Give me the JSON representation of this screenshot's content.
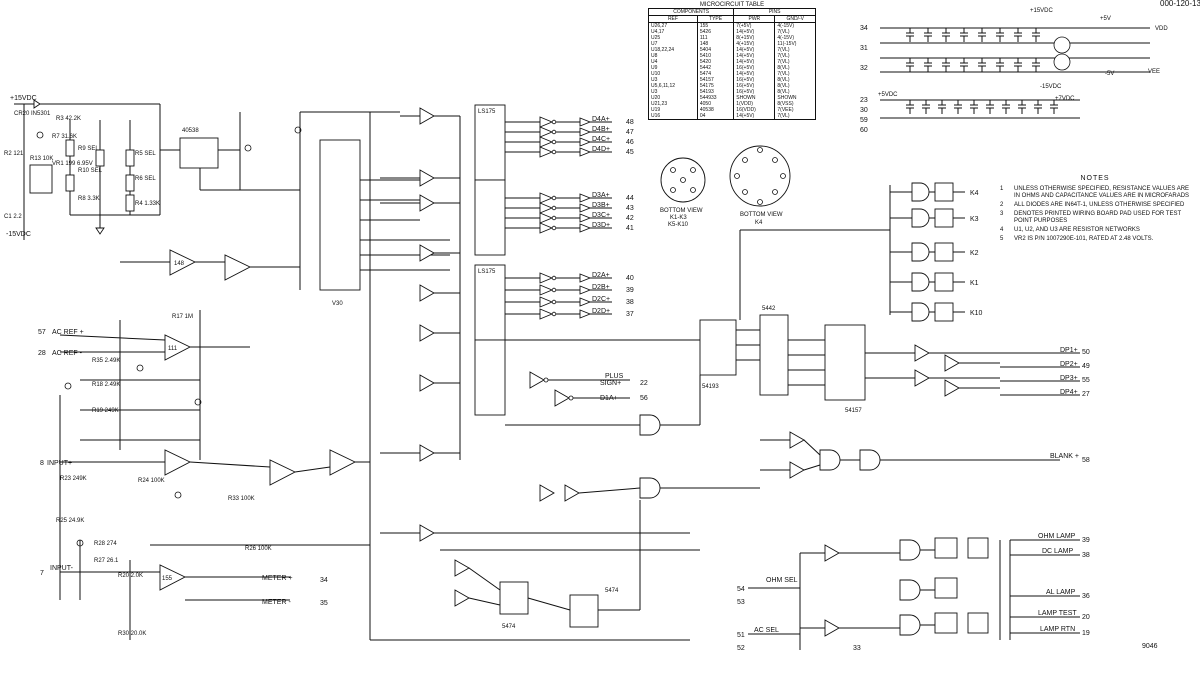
{
  "microcircuit_table": {
    "title": "MICROCIRCUIT TABLE",
    "group_headers": [
      "COMPONENTS",
      "PINS"
    ],
    "columns": [
      "REF",
      "TYPE",
      "PWR",
      "GND/-V"
    ],
    "rows": [
      [
        "U26,27",
        "155",
        "7(+5V)",
        "4(-15V)"
      ],
      [
        "U4,17",
        "5426",
        "14(+5V)",
        "7(VL)"
      ],
      [
        "U25",
        "111",
        "8(+15V)",
        "4(-15V)"
      ],
      [
        "U7",
        "148",
        "4(+15V)",
        "11(-15V)"
      ],
      [
        "U18,22,24",
        "5404",
        "14(+5V)",
        "7(VL)"
      ],
      [
        "U8",
        "5410",
        "14(+5V)",
        "7(VL)"
      ],
      [
        "U4",
        "5420",
        "14(+5V)",
        "7(VL)"
      ],
      [
        "U9",
        "5442",
        "16(+5V)",
        "8(VL)"
      ],
      [
        "U10",
        "5474",
        "14(+5V)",
        "7(VL)"
      ],
      [
        "U3",
        "54157",
        "16(+5V)",
        "8(VL)"
      ],
      [
        "U5,6,11,12",
        "54175",
        "16(+5V)",
        "8(VL)"
      ],
      [
        "U3",
        "54193",
        "16(+5V)",
        "8(VL)"
      ],
      [
        "U20",
        "544933",
        "SHOWN",
        "SHOWN"
      ],
      [
        "U21,23",
        "4050",
        "1(VDD)",
        "8(VSS)"
      ],
      [
        "U19",
        "40538",
        "16(VDD)",
        "7(VEE)"
      ],
      [
        "U16",
        "04",
        "14(+5V)",
        "7(VL)"
      ]
    ]
  },
  "notes": {
    "title": "NOTES",
    "items": [
      {
        "num": "1",
        "text": "UNLESS OTHERWISE SPECIFIED, RESISTANCE VALUES ARE IN OHMS AND CAPACITANCE VALUES ARE IN MICROFARADS"
      },
      {
        "num": "2",
        "text": "ALL DIODES ARE IN64T-1, UNLESS OTHERWISE SPECIFIED"
      },
      {
        "num": "3",
        "text": "DENOTES PRINTED WIRING BOARD PAD USED FOR TEST POINT PURPOSES"
      },
      {
        "num": "4",
        "text": "U1, U2, AND U3 ARE RESISTOR NETWORKS"
      },
      {
        "num": "5",
        "text": "VR2 IS P/N 1007290E-101, RATED AT 2.48 VOLTS."
      }
    ]
  },
  "connectors": {
    "k1_k3": {
      "caption1": "BOTTOM VIEW",
      "caption2": "K1-K3",
      "caption3": "K5-K10"
    },
    "k4": {
      "caption1": "BOTTOM VIEW",
      "caption2": "K4"
    }
  },
  "supply": {
    "p15": "+15VDC",
    "m15": "-15VDC",
    "p5": "+5V",
    "m5": "-5V",
    "vdd": "VDD",
    "vee": "VEE",
    "p5vdc": "+5VDC",
    "p7vdc": "+7VDC"
  },
  "signals": {
    "ac_ref_p": "AC REF +",
    "ac_ref_m": "AC REF -",
    "input_p": "INPUT+",
    "input_m": "INPUT-",
    "meter_p": "METER +",
    "meter_m": "METER -",
    "plus_sign": "PLUS",
    "sign": "SIGN+",
    "blank": "BLANK +",
    "ohm_sel": "OHM SEL",
    "ac_sel": "AC SEL",
    "ohm_lamp": "OHM LAMP",
    "dc_lamp": "DC LAMP",
    "al_lamp": "AL LAMP",
    "lamp_test": "LAMP TEST",
    "lamp_rtn": "LAMP RTN",
    "dp1": "DP1+",
    "dp2": "DP2+",
    "dp3": "DP3+",
    "dp4": "DP4+",
    "dia": "D1A+"
  },
  "outputs": [
    {
      "label": "D4A+",
      "pin": "48"
    },
    {
      "label": "D4B+",
      "pin": "47"
    },
    {
      "label": "D4C+",
      "pin": "46"
    },
    {
      "label": "D4D+",
      "pin": "45"
    },
    {
      "label": "D3A+",
      "pin": "44"
    },
    {
      "label": "D3B+",
      "pin": "43"
    },
    {
      "label": "D3C+",
      "pin": "42"
    },
    {
      "label": "D3D+",
      "pin": "41"
    },
    {
      "label": "D2A+",
      "pin": "40"
    },
    {
      "label": "D2B+",
      "pin": "39"
    },
    {
      "label": "D2C+",
      "pin": "38"
    },
    {
      "label": "D2D+",
      "pin": "37"
    }
  ],
  "dp_pins": [
    "50",
    "49",
    "55",
    "27"
  ],
  "lamp_pins": [
    "39",
    "38",
    "36",
    "20",
    "19"
  ],
  "relays": [
    "K4",
    "K3",
    "K2",
    "K1",
    "K10"
  ],
  "ics": {
    "u6": "LS175",
    "u5": "LS175",
    "u3": "54193",
    "u9": "5442",
    "u15": "54157",
    "u30": "V30",
    "u10": "5474",
    "u16": "5474",
    "u19": "40538",
    "u7": "148",
    "u25": "111",
    "u27": "155"
  },
  "parts": {
    "cr20": "CR20 IN5301",
    "r3": "R3 42.2K",
    "r7": "R7 31.6K",
    "vr1": "VR1 199 6.95V",
    "r9": "R9 SEL",
    "r10": "R10 SEL",
    "r8": "R8 3.3K",
    "r5": "R5 SEL",
    "r6": "R6 SEL",
    "r4": "R4 1.33K",
    "r2": "R2 121",
    "c1": "C1 2.2",
    "r13": "R13 10K",
    "r17": "R17 1M",
    "r23": "R23 249K",
    "r25": "R25 24.9K",
    "r28": "R28 274",
    "r27": "R27 26.1",
    "r20": "R20 2.0K",
    "r30": "R30 20.0K",
    "r33": "R33 100K",
    "r26": "R26 100K",
    "r24": "R24 100K",
    "r35": "R35 2.49K",
    "r18": "R18 2.49K",
    "r19": "R19 249K"
  },
  "figure_id": "9046",
  "sheet_id": "000-120-13"
}
